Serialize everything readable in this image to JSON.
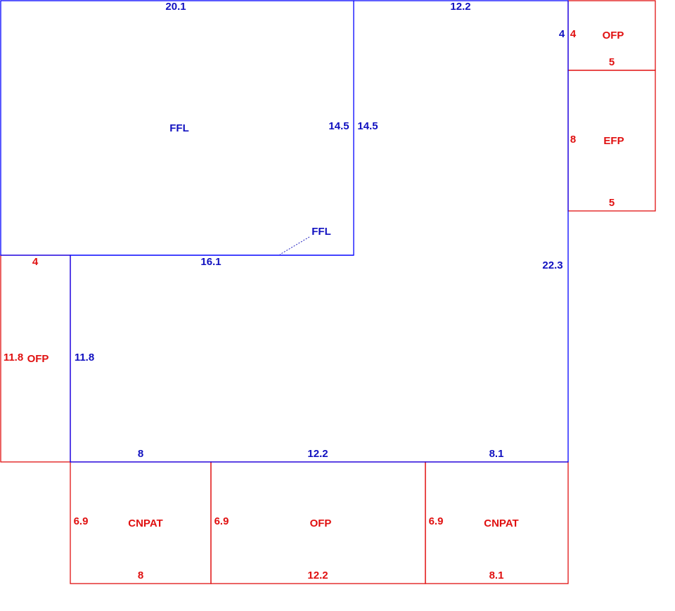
{
  "colors": {
    "living_area": "#0000ff",
    "living_text": "#1010c0",
    "addition": "#e01010"
  },
  "main_upper": {
    "label": "FFL",
    "top_dim": "20.1",
    "right_dim": "14.5",
    "bottom_dim": "16.1"
  },
  "main_lower": {
    "label": "FFL",
    "top_dim": "12.2",
    "left_upper_dim": "14.5",
    "notch_dim": "4",
    "right_dim": "22.3",
    "left_dim": "11.8",
    "bottom_dims": [
      "8",
      "12.2",
      "8.1"
    ]
  },
  "ofp_top_right": {
    "label": "OFP",
    "left_dim": "4",
    "bottom_dim": "5"
  },
  "efp_right": {
    "label": "EFP",
    "left_dim": "8",
    "bottom_dim": "5"
  },
  "ofp_left": {
    "label": "OFP",
    "top_dim": "4",
    "left_dim": "11.8"
  },
  "cnpat_bottom_left": {
    "label": "CNPAT",
    "left_dim": "6.9",
    "bottom_dim": "8"
  },
  "ofp_bottom_center": {
    "label": "OFP",
    "left_dim": "6.9",
    "bottom_dim": "12.2"
  },
  "cnpat_bottom_right": {
    "label": "CNPAT",
    "left_dim": "6.9",
    "bottom_dim": "8.1"
  }
}
